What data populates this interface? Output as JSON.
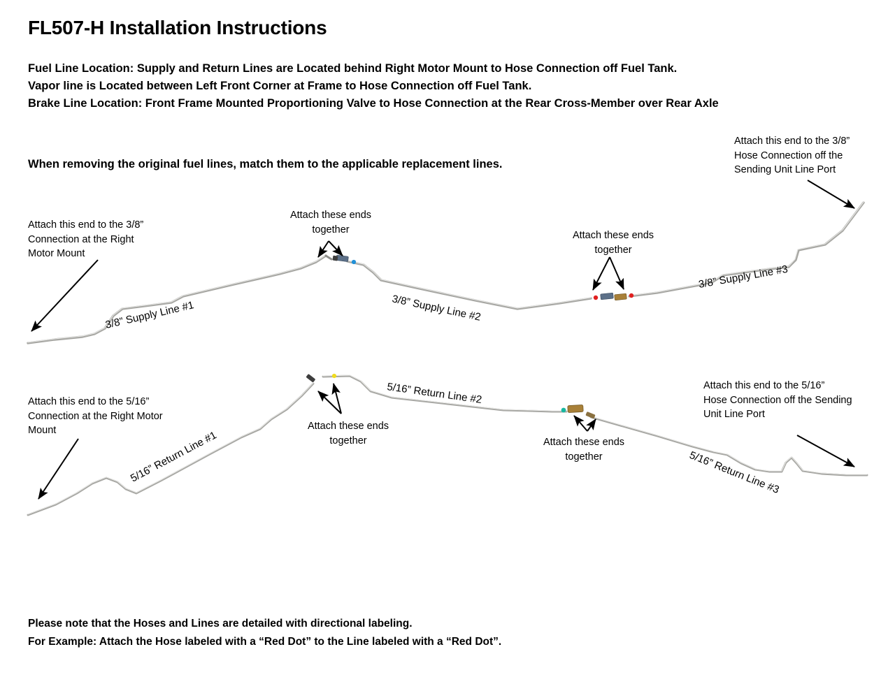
{
  "document": {
    "title": "FL507-H Installation Instructions",
    "intro": [
      "Fuel Line Location:  Supply and Return Lines are Located behind Right Motor Mount to Hose Connection off Fuel Tank.",
      "Vapor line is Located between Left Front Corner at Frame to Hose Connection off Fuel Tank.",
      "Brake Line Location: Front Frame Mounted Proportioning Valve to Hose Connection at the Rear Cross-Member over Rear Axle"
    ],
    "match_note": "When removing the original fuel lines, match them to the applicable replacement lines.",
    "footer": [
      "Please note that the Hoses and Lines are detailed with directional labeling.",
      "For Example: Attach the Hose labeled with a “Red Dot” to the Line labeled with a “Red Dot”."
    ]
  },
  "diagram": {
    "line_labels": {
      "supply_1": "3/8” Supply Line #1",
      "supply_2": "3/8” Supply Line #2",
      "supply_3": "3/8” Supply Line #3",
      "return_1": "5/16” Return Line #1",
      "return_2": "5/16” Return Line #2",
      "return_3": "5/16” Return Line #3"
    },
    "callouts": {
      "supply_left": [
        "Attach this end to the 3/8”",
        "Connection at the Right",
        "Motor Mount"
      ],
      "supply_mid_1": [
        "Attach these ends",
        "together"
      ],
      "supply_mid_2": [
        "Attach these ends",
        "together"
      ],
      "supply_right": [
        "Attach this end to the 3/8”",
        "Hose Connection off the",
        "Sending Unit Line Port"
      ],
      "return_left": [
        "Attach this end to the 5/16”",
        "Connection at the Right Motor",
        "Mount"
      ],
      "return_mid_1": [
        "Attach these ends",
        "together"
      ],
      "return_mid_2": [
        "Attach these ends",
        "together"
      ],
      "return_right": [
        "Attach this end to the 5/16”",
        "Hose Connection off the Sending",
        "Unit Line Port"
      ]
    },
    "colors": {
      "line_stroke": "#a8a8a4",
      "line_highlight": "#e8e8e6",
      "red_dot": "#e02020",
      "blue_dot": "#2090d8",
      "yellow_dot": "#f0dc20",
      "teal_dot": "#18b8a0",
      "brass_fitting": "#a88038",
      "steel_fitting": "#5c7088",
      "arrow": "#000000",
      "text": "#000000"
    },
    "dot_markers": [
      {
        "name": "supply-line-2-left-blue-dot",
        "color": "blue"
      },
      {
        "name": "supply-line-2-right-red-dot",
        "color": "red"
      },
      {
        "name": "supply-line-3-left-red-dot",
        "color": "red"
      },
      {
        "name": "return-line-2-left-yellow-dot",
        "color": "yellow"
      },
      {
        "name": "return-line-2-right-teal-dot",
        "color": "teal"
      }
    ]
  }
}
